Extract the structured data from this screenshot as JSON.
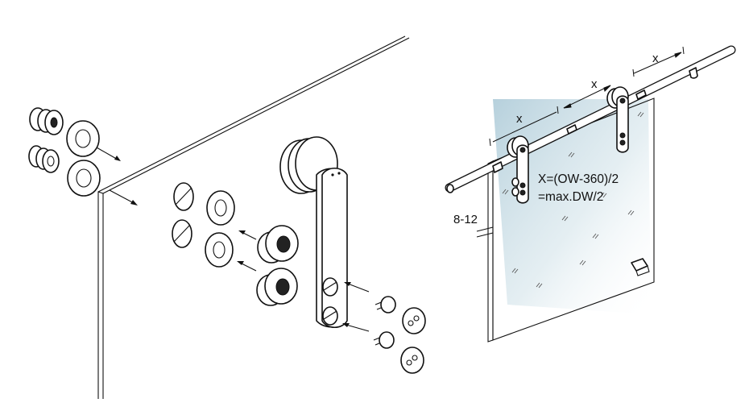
{
  "dimensions": {
    "x_label_1": "x",
    "x_label_2": "x",
    "x_label_3": "x",
    "formula_line_1": "X=(OW-360)/2",
    "formula_line_2": "=max.DW/2",
    "glass_thickness": "8-12"
  },
  "colors": {
    "glass_highlight": "#a9c8d6",
    "line": "#111111",
    "background": "#ffffff"
  }
}
